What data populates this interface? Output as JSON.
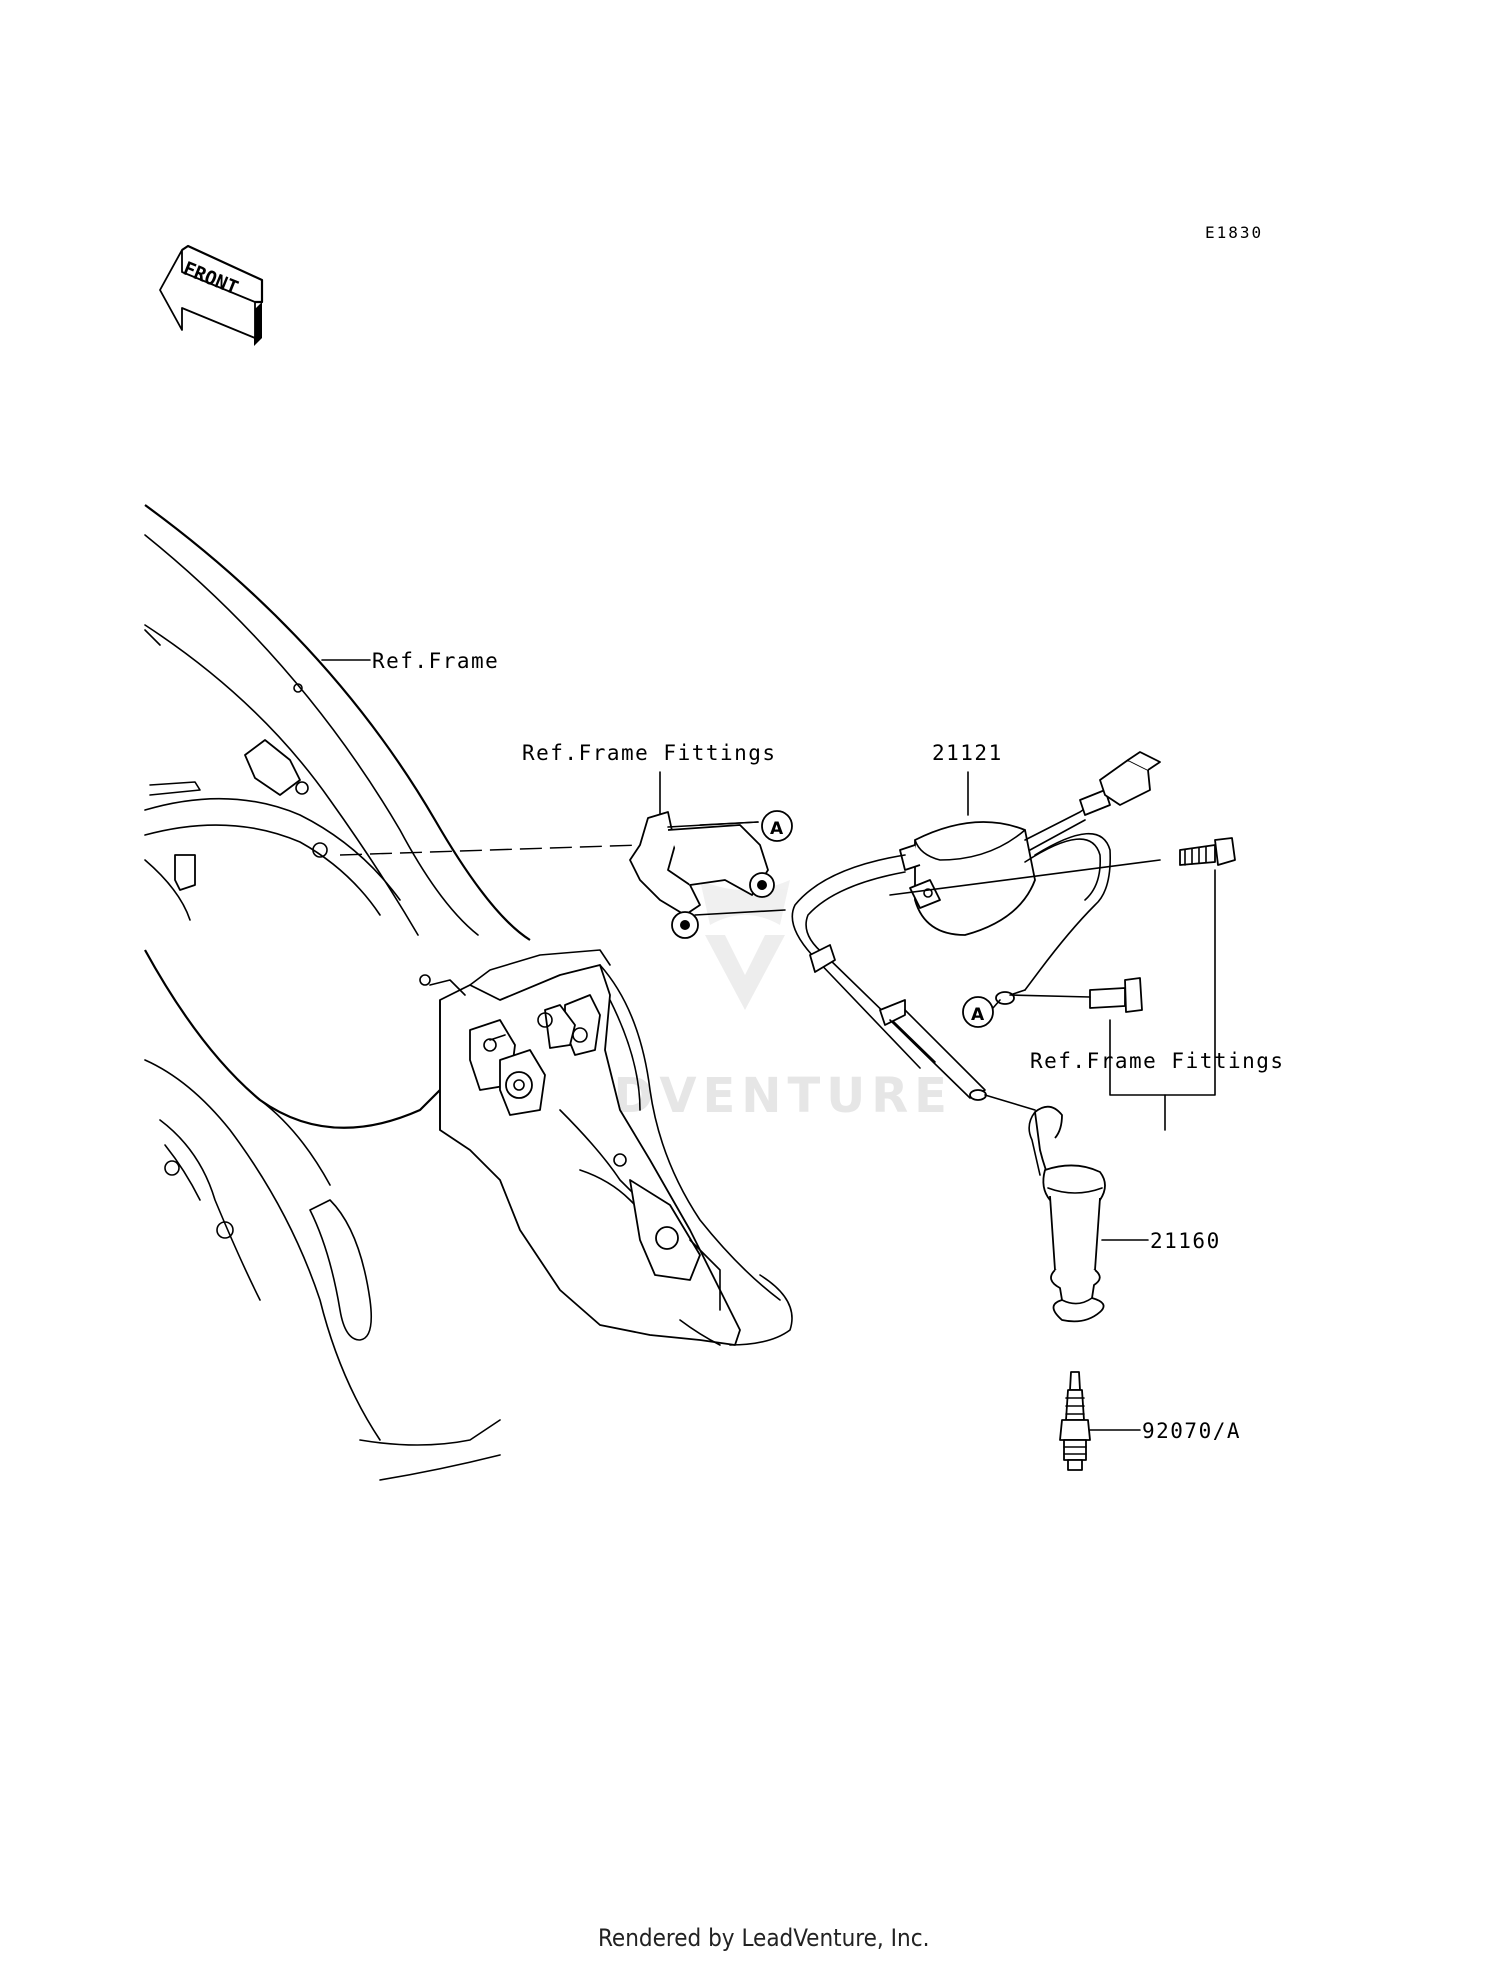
{
  "diagram_code": "E1830",
  "front_arrow": {
    "label": "FRONT",
    "icon": "front-direction-arrow-icon"
  },
  "callouts": {
    "ref_frame": "Ref.Frame",
    "ref_frame_fittings_top": "Ref.Frame Fittings",
    "ref_frame_fittings_right": "Ref.Frame Fittings",
    "coil": "21121",
    "plug_cap": "21160",
    "spark_plug": "92070/A",
    "marker_a_top": "A",
    "marker_a_bottom": "A"
  },
  "watermark": "LEADVENTURE",
  "footer": "Rendered by LeadVenture, Inc."
}
